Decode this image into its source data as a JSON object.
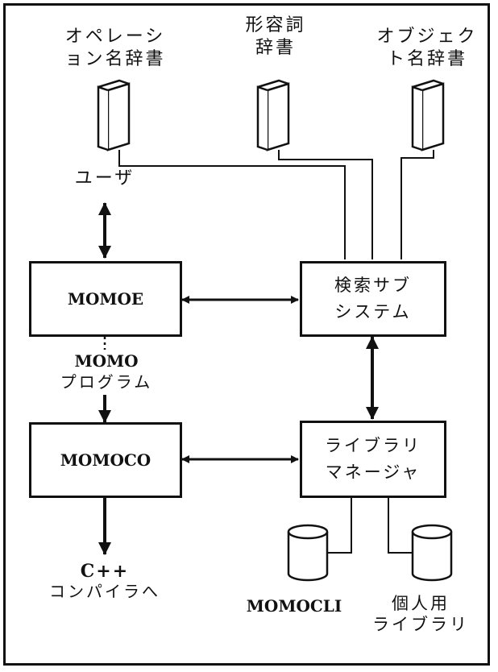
{
  "dictionaries": {
    "operation": "オペレーシ\nョン名辞書",
    "adjective": "形容詞\n辞書",
    "object": "オブジェク\nト名辞書"
  },
  "actors": {
    "user": "ユーザ"
  },
  "modules": {
    "momoe": "MOMOE",
    "momoco": "MOMOCO",
    "search": "検索サブ\nシステム",
    "library_manager": "ライブラリ\nマネージャ"
  },
  "flows": {
    "momo_program_title": "MOMO",
    "momo_program_sub": "プログラム",
    "cpp": "C++",
    "to_compiler": "コンパイラへ"
  },
  "libraries": {
    "momocli": "MOMOCLI",
    "personal": "個人用\nライブラリ"
  },
  "colors": {
    "ink": "#111111",
    "background": "#ffffff"
  }
}
